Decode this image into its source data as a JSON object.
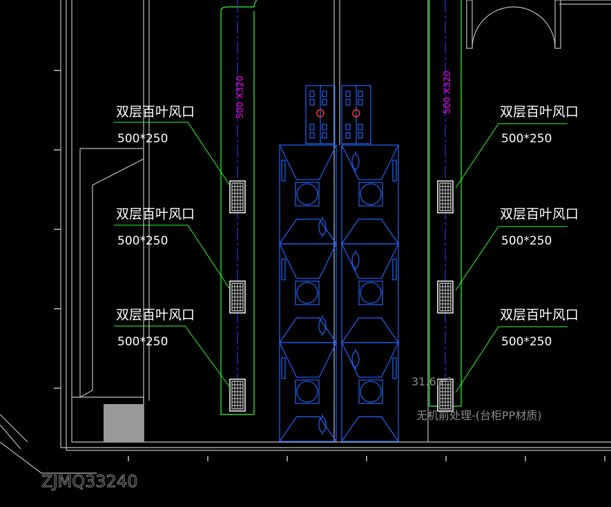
{
  "colors": {
    "background": "#000000",
    "wall": "#bfbfbf",
    "duct": "#33ff33",
    "equipment": "#2266ff",
    "dimension": "#ff00ff",
    "annotation": "#8a8a8a"
  },
  "vent_label": {
    "name": "双层百叶风口",
    "size": "500*250"
  },
  "duct_left": {
    "size": "500 X320"
  },
  "duct_right": {
    "size": "500 X320"
  },
  "equipment_note": "31.6m³",
  "equipment_name": "无机前处理-(台柜PP材质)",
  "drawing_code": "ZJMQ33240"
}
